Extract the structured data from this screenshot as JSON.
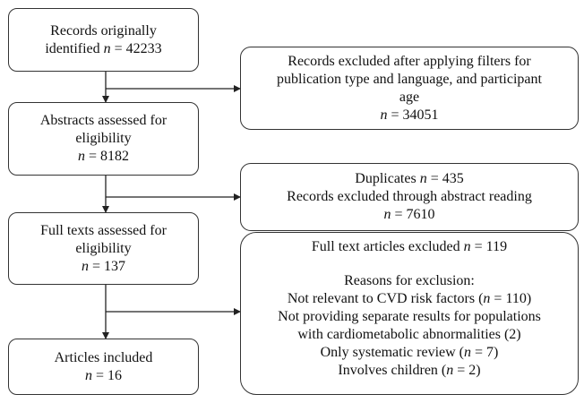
{
  "left_boxes": [
    {
      "lines": [
        "Records originally",
        "identified <em>n</em> = 42233"
      ]
    },
    {
      "lines": [
        "Abstracts assessed for",
        "eligibility",
        "<em>n</em> = 8182"
      ]
    },
    {
      "lines": [
        "Full texts assessed for",
        "eligibility",
        "<em>n</em> = 137"
      ]
    },
    {
      "lines": [
        "Articles included",
        "<em>n</em> = 16"
      ]
    }
  ],
  "right_boxes": [
    {
      "lines": [
        "Records excluded after applying filters for",
        "publication type and language, and participant",
        "age",
        "<em>n</em> = 34051"
      ]
    },
    {
      "lines": [
        "Duplicates <em>n</em> = 435",
        "Records excluded through abstract reading",
        "<em>n</em> = 7610"
      ]
    },
    {
      "lines": [
        "Full text articles excluded <em>n</em> = 119",
        "",
        "Reasons for exclusion:",
        "Not relevant to CVD risk factors (<em>n</em> = 110)",
        "Not providing separate results for populations",
        "with cardiometabolic abnormalities (2)",
        "Only systematic review (<em>n</em> = 7)",
        "Involves children (<em>n</em> =  2)"
      ]
    }
  ]
}
